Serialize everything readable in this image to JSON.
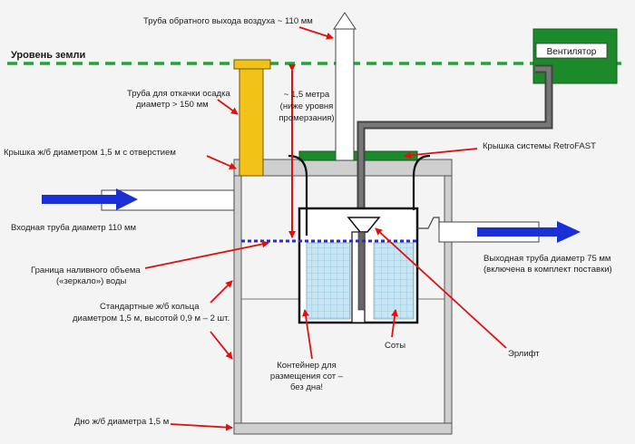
{
  "labels": {
    "ground_level": "Уровень земли",
    "air_return_pipe": "Труба обратного выхода воздуха ~ 110 мм",
    "fan": "Вентилятор",
    "sludge_pipe_1": "Труба для откачки осадка",
    "sludge_pipe_2": "диаметр > 150 мм",
    "depth_1": "~ 1,5 метра",
    "depth_2": "(ниже уровня",
    "depth_3": "промерзания)",
    "lid_hole": "Крышка ж/б диаметром 1,5 м с отверстием",
    "retrofast_lid": "Крышка системы RetroFAST",
    "inlet_pipe": "Входная труба диаметр 110 мм",
    "outlet_pipe_1": "Выходная труба диаметр 75 мм",
    "outlet_pipe_2": "(включена в комплект поставки)",
    "fill_boundary_1": "Граница наливного объема",
    "fill_boundary_2": "(«зеркало») воды",
    "rings_1": "Стандартные ж/б кольца",
    "rings_2": "диаметром 1,5 м, высотой 0,9 м – 2 шт.",
    "honeycomb": "Соты",
    "container_1": "Контейнер для",
    "container_2": "размещения сот –",
    "container_3": "без дна!",
    "airlift": "Эрлифт",
    "bottom": "Дно ж/б диаметра 1,5 м"
  },
  "colors": {
    "ground_line": "#22a33a",
    "arrow_red": "#e01010",
    "flow_blue": "#1a2fd6",
    "sludge_pipe": "#f2c218",
    "retrofast_lid": "#1c8a2a",
    "honeycomb": "#bfe3f2",
    "water_line": "#2a2ad0"
  },
  "icons": [
    "inlet-flow-arrow",
    "outlet-flow-arrow"
  ]
}
